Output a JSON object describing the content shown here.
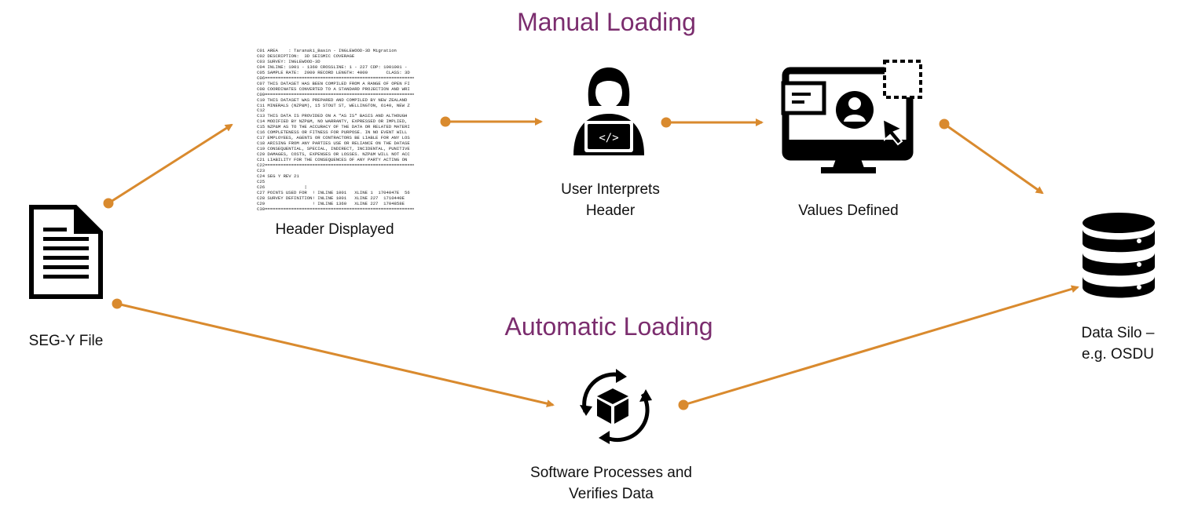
{
  "titles": {
    "manual": "Manual Loading",
    "automatic": "Automatic Loading"
  },
  "nodes": {
    "segy_file": {
      "label": "SEG-Y File",
      "icon": "document-icon"
    },
    "header_displayed": {
      "label": "Header Displayed"
    },
    "user_interprets": {
      "label_line1": "User Interprets",
      "label_line2": "Header",
      "icon": "developer-laptop-icon"
    },
    "values_defined": {
      "label": "Values Defined",
      "icon": "monitor-user-select-icon"
    },
    "data_silo": {
      "label_line1": "Data Silo –",
      "label_line2": "e.g. OSDU",
      "icon": "database-icon"
    },
    "software": {
      "label_line1": "Software Processes and",
      "label_line2": "Verifies Data",
      "icon": "package-cycle-icon"
    }
  },
  "header_lines": [
    "C01 AREA    : Taranaki_Basin - INGLEWOOD-3D Migration",
    "C02 DESCRIPTION:  3D SEISMIC COVERAGE",
    "C03 SURVEY: INGLEWOOD-3D",
    "C04 INLINE: 1001 - 1360 CROSSLINE: 1 - 227 CDP: 1001001 -",
    "C05 SAMPLE RATE:  2000 RECORD LENGTH: 4000       CLASS: 3D",
    "C06=================================================================",
    "C07 THIS DATASET HAS BEEN COMPILED FROM A RANGE OF OPEN FI",
    "C08 COORDINATES CONVERTED TO A STANDARD PROJECTION AND WRI",
    "C09=================================================================",
    "C10 THIS DATASET WAS PREPARED AND COMPILED BY NEW ZEALAND",
    "C11 MINERALS (NZP&M), 15 STOUT ST, WELLINGTON, 6140, NEW Z",
    "C12",
    "C13 THIS DATA IS PROVIDED ON A \"AS IS\" BASIS AND ALTHOUGH",
    "C14 MODIFIED BY NZP&M, NO WARRANTY, EXPRESSED OR IMPLIED,",
    "C15 NZP&M AS TO THE ACCURACY OF THE DATA OR RELATED MATERI",
    "C16 COMPLETENESS OR FITNESS FOR PURPOSE. IN NO EVENT WILL",
    "C17 EMPLOYEES, AGENTS OR CONTRACTORS BE LIABLE FOR ANY LOS",
    "C18 ARISING FROM ANY PARTIES USE OR RELIANCE ON THE DATASE",
    "C19 CONSEQUENTIAL, SPECIAL, INDIRECT, INCIDENTAL, PUNITIVE",
    "C20 DAMAGES, COSTS, EXPENSES OR LOSSES. NZP&M WILL NOT ACC",
    "C21 LIABILITY FOR THE CONSEQUENCES OF ANY PARTY ACTING ON",
    "C22=================================================================",
    "C23",
    "C24 SEG Y REV 21",
    "C25",
    "C26               |",
    "C27 POINTS USED FOR  ! INLINE 1001   XLINE 1  1704047E  56",
    "C28 SURVEY DEFINITION! INLINE 1001   XLINE 227  1710440E",
    "C29                  ! INLINE 1360   XLINE 227  1704858E",
    "C30================================================================="
  ],
  "colors": {
    "arrow": "#D98A2E",
    "title": "#7B2D6E",
    "icon": "#000000"
  }
}
